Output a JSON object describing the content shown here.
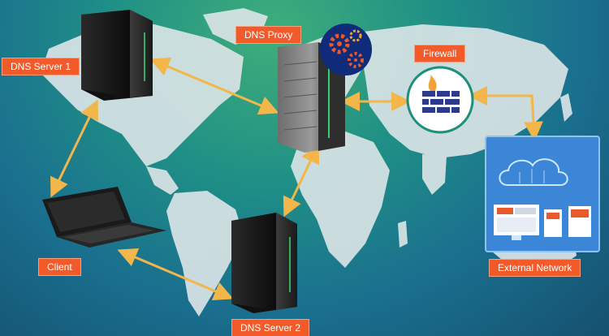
{
  "diagram": {
    "nodes": {
      "dns_server_1": {
        "label": "DNS Server 1"
      },
      "dns_proxy": {
        "label": "DNS Proxy"
      },
      "firewall": {
        "label": "Firewall"
      },
      "client": {
        "label": "Client"
      },
      "external_network": {
        "label": "External Network"
      },
      "dns_server_2": {
        "label": "DNS Server 2"
      }
    },
    "connections": [
      [
        "dns_server_1",
        "dns_proxy"
      ],
      [
        "dns_server_1",
        "client"
      ],
      [
        "client",
        "dns_server_2"
      ],
      [
        "dns_server_2",
        "dns_proxy"
      ],
      [
        "dns_proxy",
        "firewall"
      ],
      [
        "firewall",
        "external_network"
      ]
    ],
    "colors": {
      "label_bg": "#f25a2a",
      "connector": "#f2b64a",
      "background_top": "#3fae7a",
      "background_bottom": "#15506e"
    }
  }
}
